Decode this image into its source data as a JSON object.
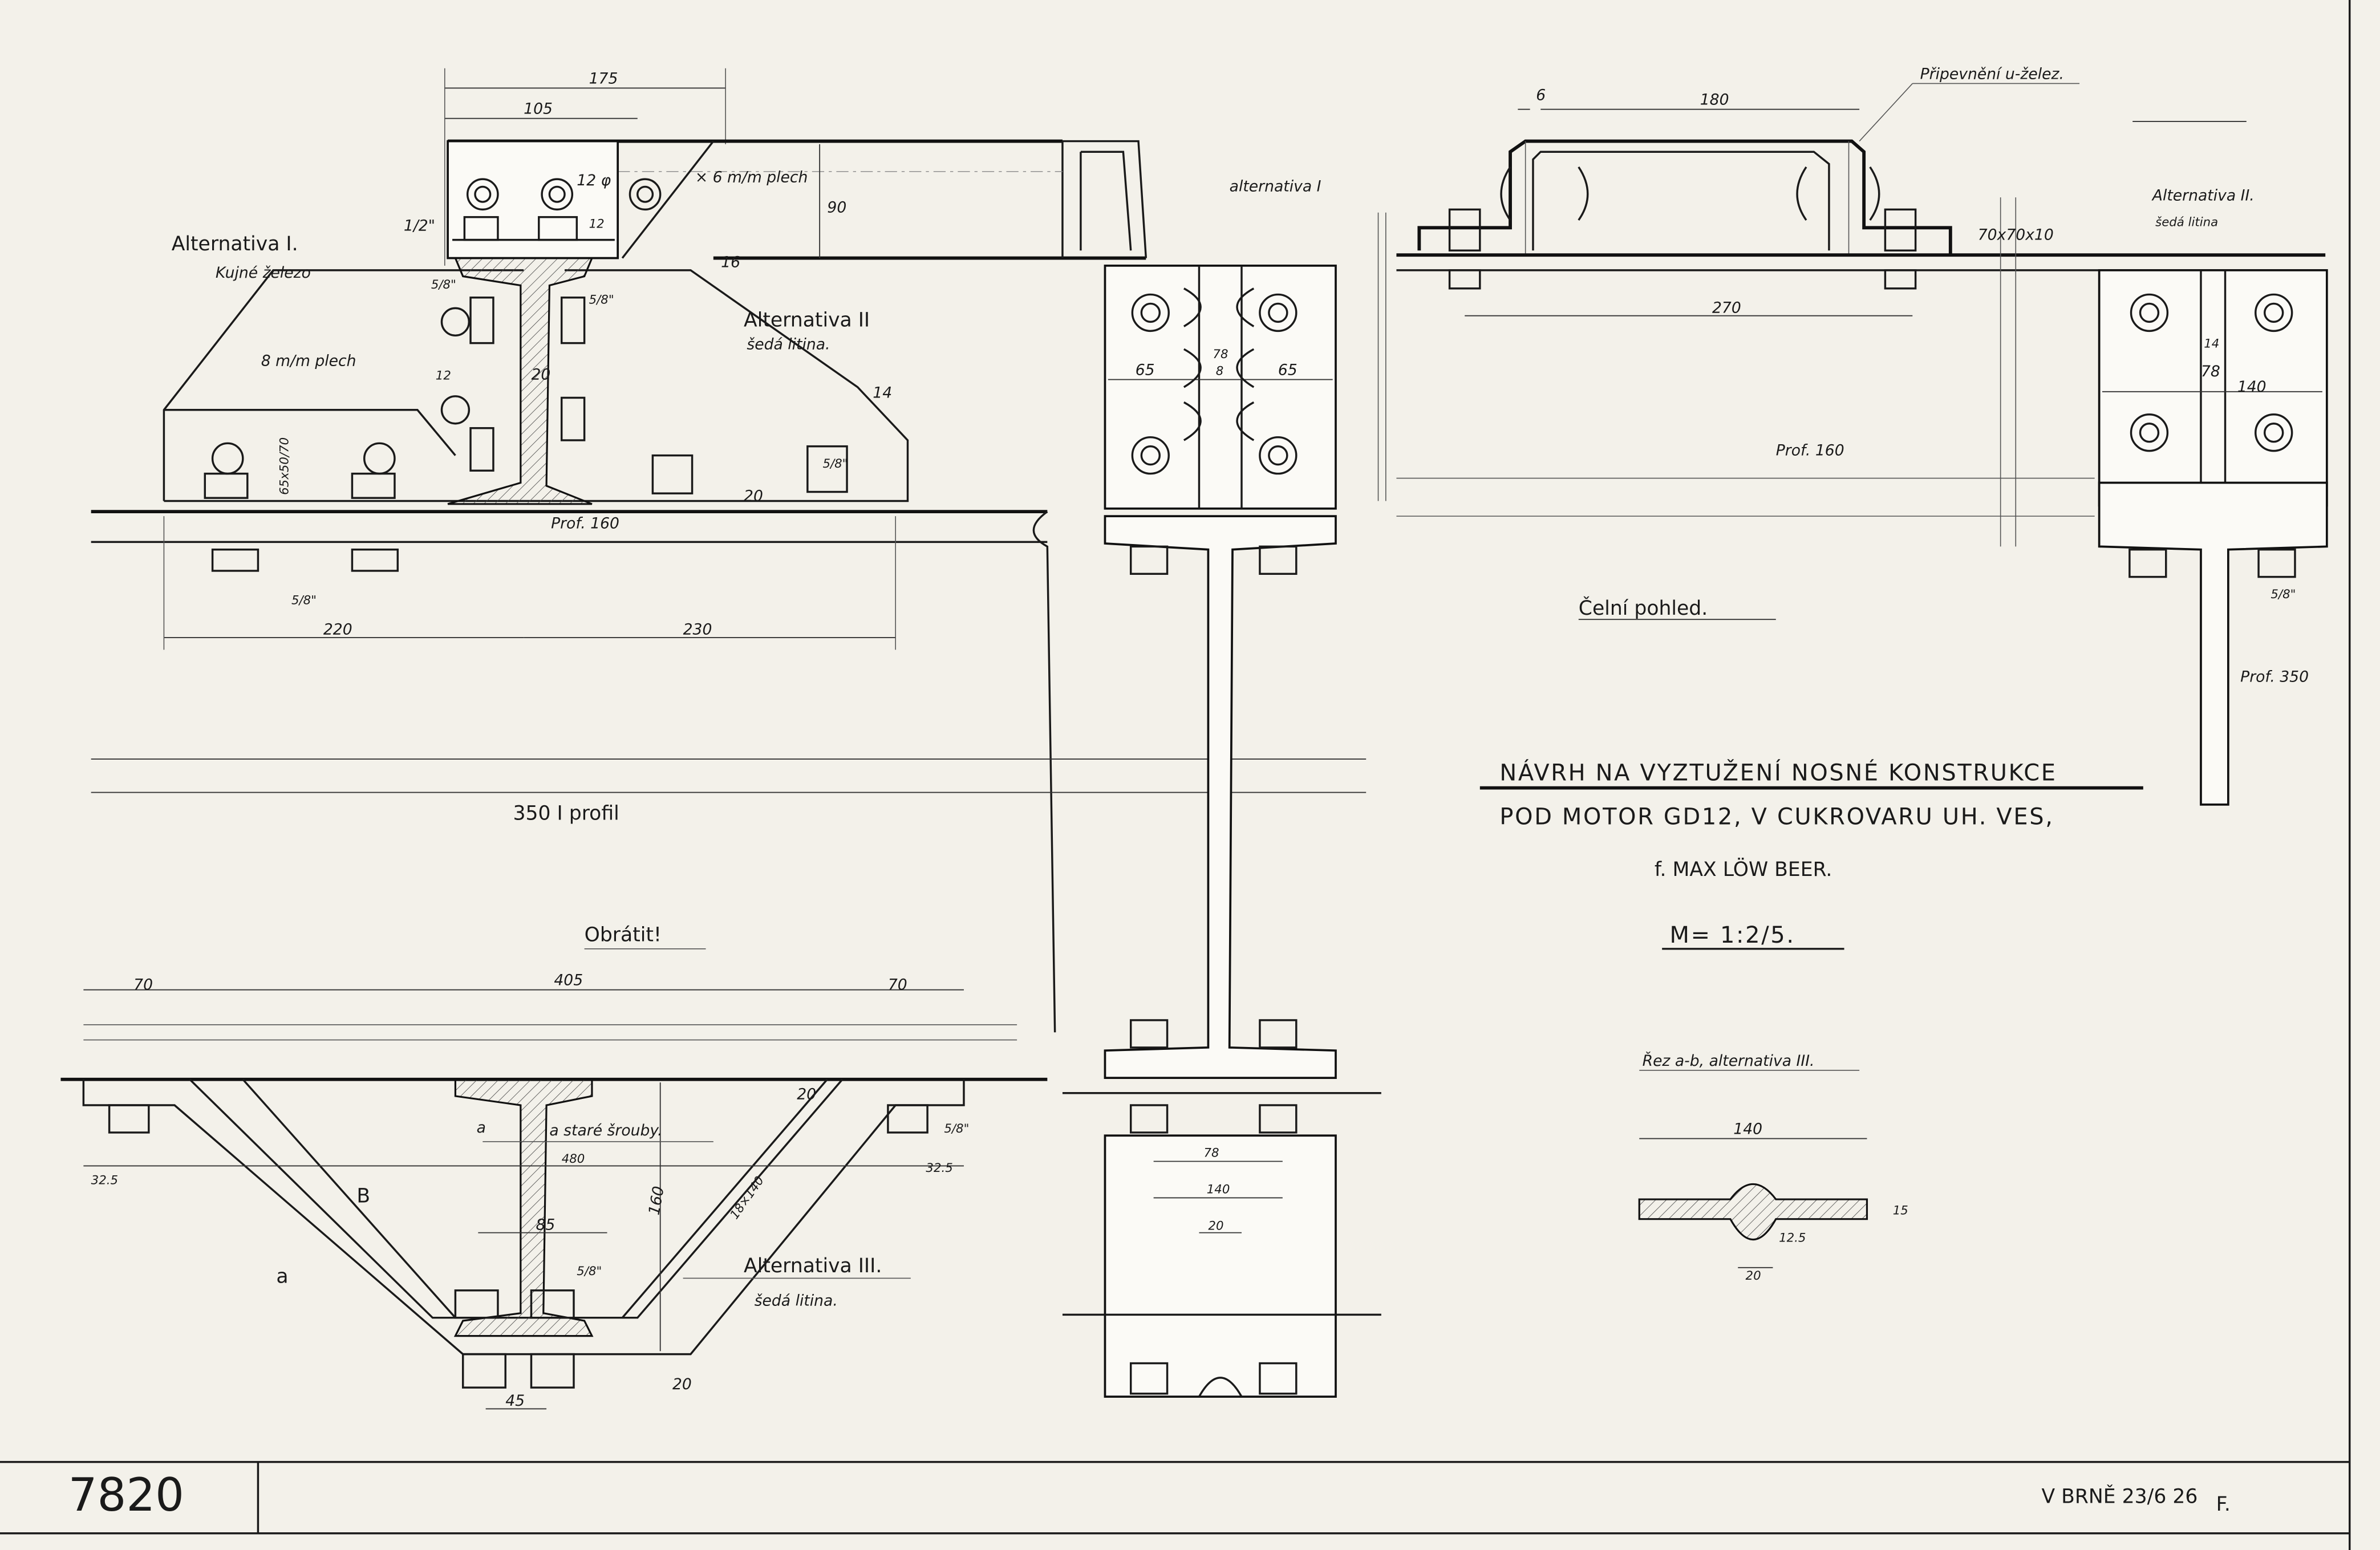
{
  "title": {
    "line1": "NÁVRH NA VYZTUŽENÍ NOSNÉ KONSTRUKCE",
    "line2": "POD MOTOR GD12, V CUKROVARU UH. VES,",
    "firm": "f. MAX LÖW BEER.",
    "scale": "M= 1:2/5."
  },
  "drawing_number": "7820",
  "signature": {
    "place_date": "V BRNĚ 23/6 26",
    "initials": "F."
  },
  "top_left_view": {
    "dim_175": "175",
    "dim_105": "105",
    "plate_note": "× 6 m/m plech",
    "dim_90": "90",
    "bolt_12": "12 φ",
    "dim_half_inch": "1/2\"",
    "dim_12b": "12",
    "dim_16": "16",
    "alt1_title": "Alternativa I.",
    "alt1_material": "Kujné železo",
    "plate_8": "8 m/m plech",
    "bolt_58_a": "5/8\"",
    "bolt_58_b": "5/8\"",
    "alt2_title": "Alternativa II",
    "alt2_material": "šedá litina.",
    "dim_20": "20",
    "dim_12c": "12",
    "dim_14": "14",
    "dim_65x50": "65x50/70",
    "bolt_58_c": "5/8\"",
    "dim_20b": "20",
    "prof160": "Prof. 160",
    "bolt_58_d": "5/8\"",
    "dim_220": "220",
    "dim_230": "230",
    "profile_350": "350 I profil"
  },
  "center_view": {
    "alt1_label": "alternativa I",
    "dim_78": "78",
    "dim_8": "8",
    "dim_65a": "65",
    "dim_65b": "65",
    "dim_78b": "78",
    "dim_140": "140",
    "dim_20": "20"
  },
  "front_view": {
    "fastening_note": "Připevnění u-želez.",
    "dim_6": "6",
    "dim_180": "180",
    "angle": "70x70x10",
    "dim_270": "270",
    "alt2_title": "Alternativa II.",
    "alt2_material": "šedá litina",
    "dim_14": "14",
    "dim_78": "78",
    "dim_140": "140",
    "prof160": "Prof. 160",
    "bolt_58": "5/8\"",
    "prof350": "Prof. 350",
    "view_name": "Čelní pohled."
  },
  "section_ab": {
    "title": "Řez a-b, alternativa III.",
    "dim_140": "140",
    "dim_15": "15",
    "dim_125": "12.5",
    "dim_20": "20"
  },
  "bottom_left_view": {
    "note_turn": "Obrátit!",
    "dim_70a": "70",
    "dim_405": "405",
    "dim_70b": "70",
    "mark_a": "a",
    "old_bolts": "a  staré šrouby.",
    "dim_480": "480",
    "dim_325a": "32.5",
    "dim_325b": "32.5",
    "mark_b": "B",
    "mark_a2": "a",
    "dim_85": "85",
    "bolt_58": "5/8\"",
    "bolt_58b": "5/8\"",
    "dim_160": "160",
    "dim_20": "20",
    "dim_18x140": "18×140",
    "alt3_title": "Alternativa III.",
    "alt3_material": "šedá litina.",
    "dim_20b": "20",
    "dim_45": "45"
  }
}
